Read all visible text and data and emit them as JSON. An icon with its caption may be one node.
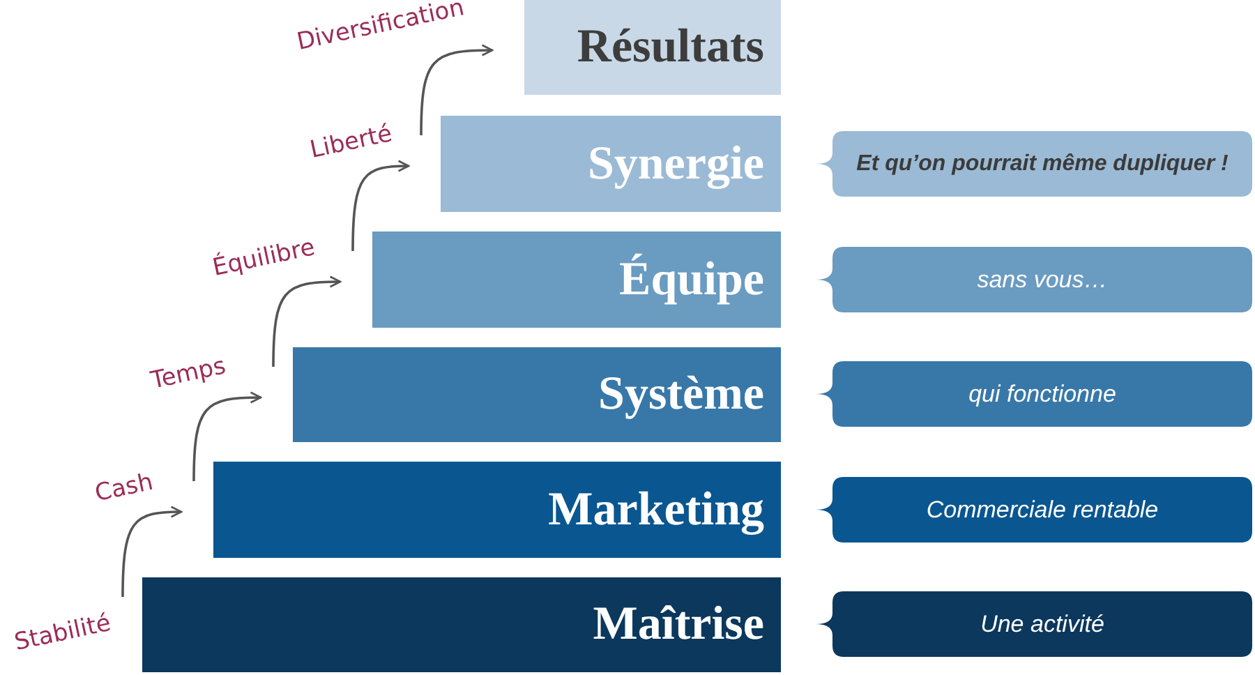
{
  "diagram": {
    "nodes": [
      {
        "text": [
          "Résultats"
        ],
        "beside": [
          "Diversification"
        ]
      },
      {
        "text": [
          "Synergie"
        ],
        "beside": [
          "Liberté"
        ]
      },
      {
        "text": [
          "Équipe"
        ],
        "beside": [
          "Équilibre"
        ]
      },
      {
        "text": [
          "Système"
        ],
        "beside": [
          "Temps"
        ]
      },
      {
        "text": [
          "Marketing"
        ],
        "beside": [
          "Cash"
        ]
      },
      {
        "text": [
          "Maîtrise"
        ],
        "beside": [
          "Stabilité"
        ]
      },
      {
        "text": [
          "Et qu’on pourrait même dupliquer !"
        ]
      },
      {
        "text": [
          "sans vous…"
        ]
      },
      {
        "text": [
          "qui fonctionne"
        ]
      },
      {
        "text": [
          "Commerciale rentable"
        ]
      },
      {
        "text": [
          "Une activité"
        ]
      }
    ],
    "edges": [
      {
        "from": 5,
        "to": 4,
        "arrow": "to"
      },
      {
        "from": 4,
        "to": 3,
        "arrow": "to"
      },
      {
        "from": 3,
        "to": 2,
        "arrow": "to"
      },
      {
        "from": 2,
        "to": 1,
        "arrow": "to"
      },
      {
        "from": 1,
        "to": 0,
        "arrow": "to"
      }
    ]
  }
}
